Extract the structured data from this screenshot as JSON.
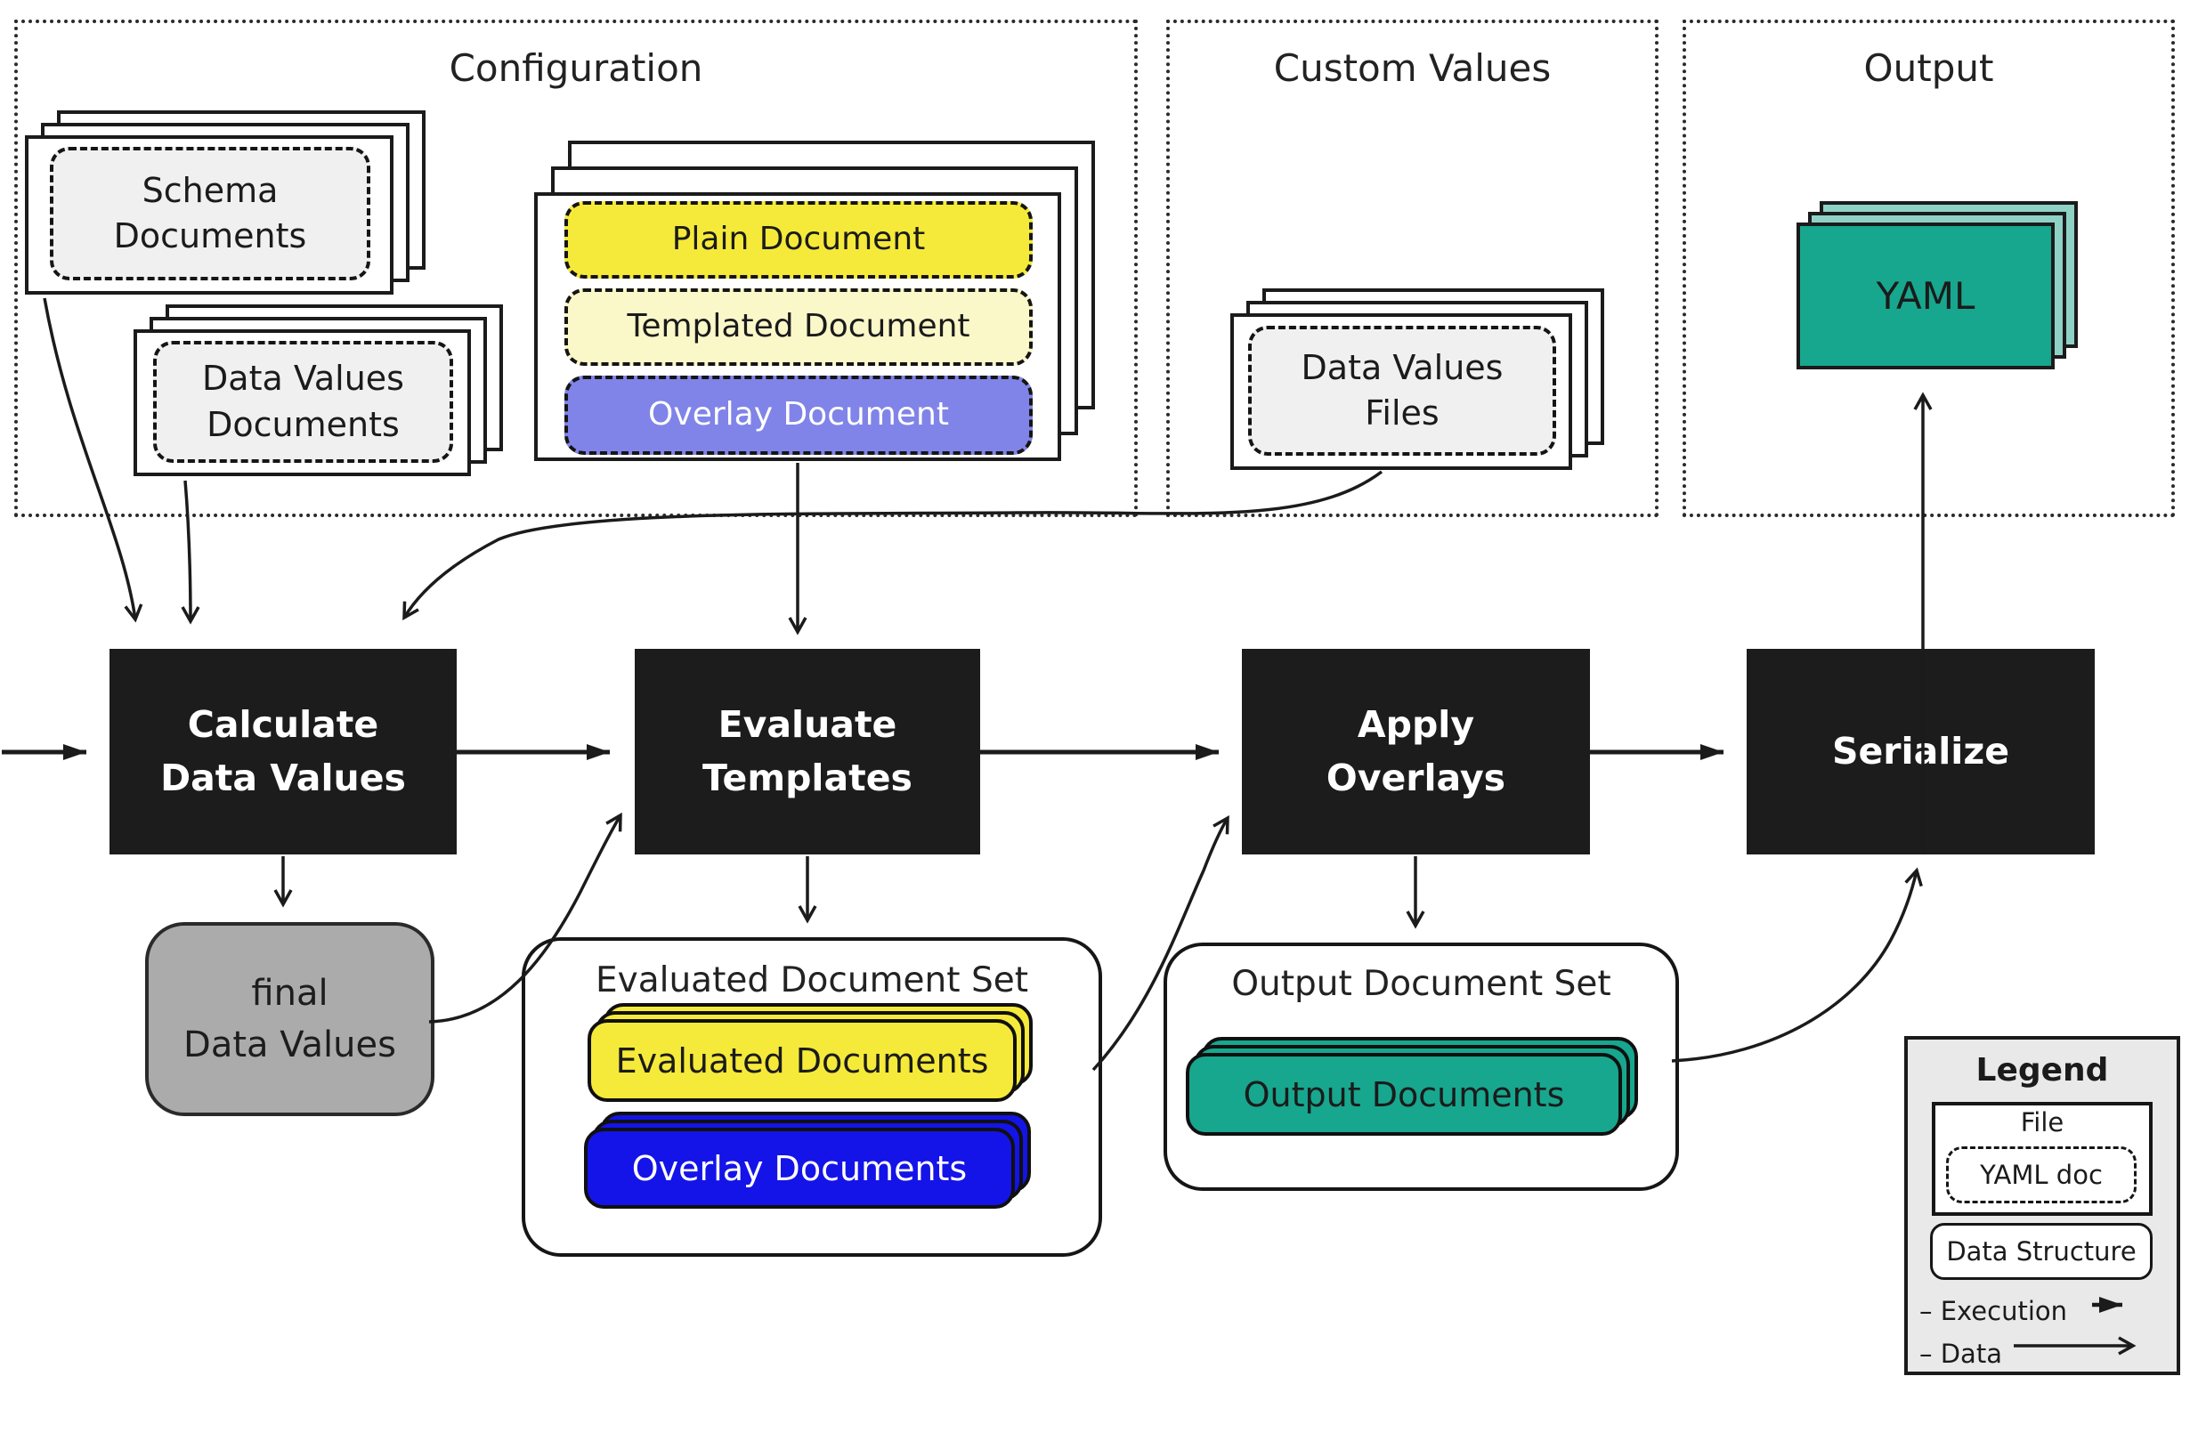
{
  "diagram": {
    "configuration": {
      "title": "Configuration",
      "schema_documents": "Schema\nDocuments",
      "data_values_documents": "Data Values\nDocuments",
      "plain_document": "Plain Document",
      "templated_document": "Templated Document",
      "overlay_document": "Overlay Document"
    },
    "custom_values": {
      "title": "Custom Values",
      "data_values_files": "Data Values\nFiles"
    },
    "output": {
      "title": "Output",
      "yaml": "YAML"
    },
    "processes": {
      "calculate": "Calculate\nData Values",
      "evaluate": "Evaluate\nTemplates",
      "apply": "Apply\nOverlays",
      "serialize": "Serialize"
    },
    "final_data_values": "final\nData Values",
    "evaluated_set": {
      "title": "Evaluated Document Set",
      "evaluated_documents": "Evaluated Documents",
      "overlay_documents": "Overlay Documents"
    },
    "output_set": {
      "title": "Output Document Set",
      "output_documents": "Output Documents"
    },
    "legend": {
      "title": "Legend",
      "file": "File",
      "yaml_doc": "YAML doc",
      "data_structure": "Data Structure",
      "execution": "– Execution",
      "data": "– Data"
    }
  },
  "colors": {
    "yellow": "#F5EA3A",
    "pale_yellow": "#FAF8C9",
    "periwinkle": "#8084E8",
    "blue": "#1414E8",
    "teal": "#17A78E",
    "teal_light": "#8ED2C6",
    "doc_gray": "#F0F0F0",
    "data_gray": "#ABABAB",
    "ink": "#1B1B1B",
    "legend_bg": "#E9E9E9"
  }
}
